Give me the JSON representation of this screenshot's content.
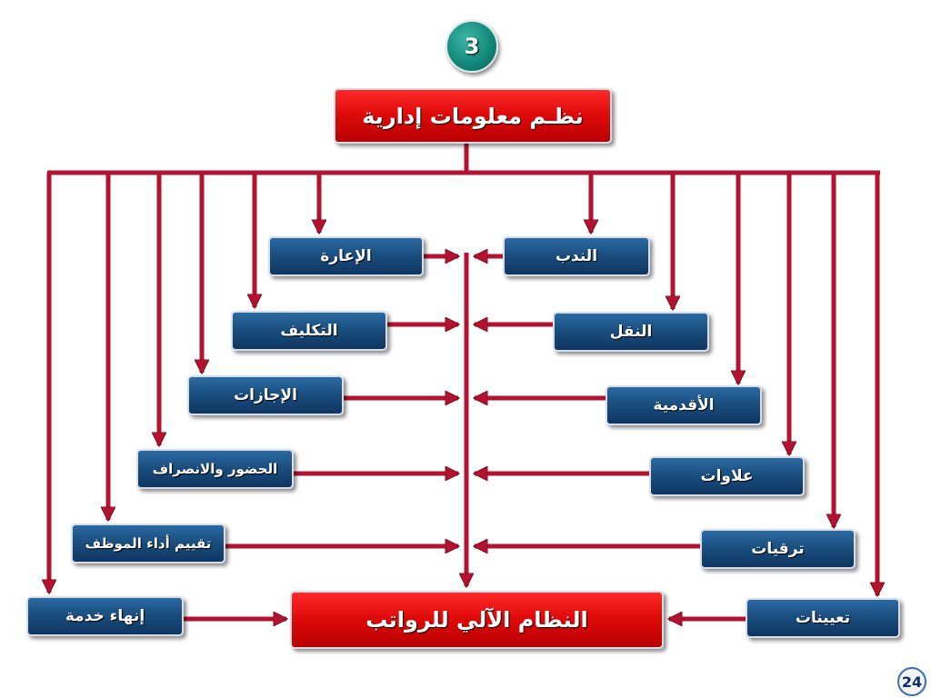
{
  "step_number": "3",
  "page_number": "24",
  "source": {
    "label": "نظـم معلومات إدارية"
  },
  "target": {
    "label": "النظام الآلي للرواتب"
  },
  "right_items": [
    {
      "id": "secondment",
      "label": "الندب"
    },
    {
      "id": "transfer",
      "label": "النقل"
    },
    {
      "id": "seniority",
      "label": "الأقدمية"
    },
    {
      "id": "allowances",
      "label": "علاوات"
    },
    {
      "id": "promotions",
      "label": "ترقيات"
    },
    {
      "id": "appointments",
      "label": "تعيينات"
    }
  ],
  "left_items": [
    {
      "id": "loan",
      "label": "الإعارة"
    },
    {
      "id": "assignment",
      "label": "التكليف"
    },
    {
      "id": "leaves",
      "label": "الإجازات"
    },
    {
      "id": "attendance",
      "label": "الحضور والانصراف"
    },
    {
      "id": "evaluation",
      "label": "تقييم أداء الموظف"
    },
    {
      "id": "termination",
      "label": "إنهاء خدمة"
    }
  ],
  "colors": {
    "connector": "#b3132f",
    "box_blue": "#1b4f80",
    "box_red": "#e00b0b",
    "badge": "#138a7c"
  }
}
